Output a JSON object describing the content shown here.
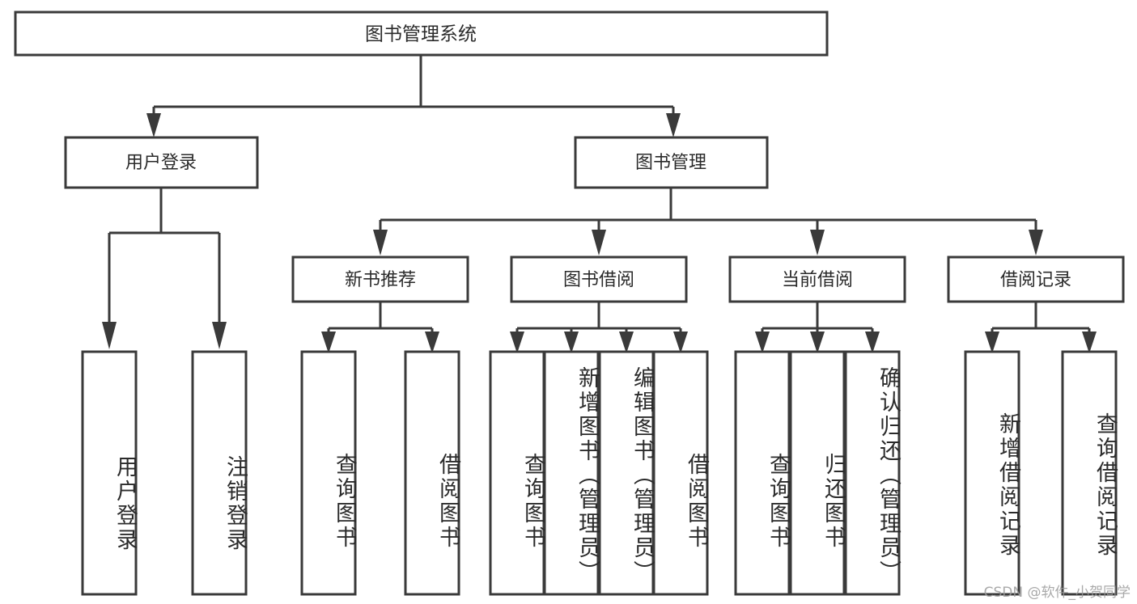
{
  "diagram": {
    "type": "hierarchy-tree",
    "title": "图书管理系统",
    "watermark": "CSDN @软件_小贺同学",
    "colors": {
      "stroke": "#3a3a3a",
      "fill": "#ffffff",
      "text": "#2b2b2b",
      "watermark": "#9b9b9b"
    },
    "root": {
      "label": "图书管理系统"
    },
    "level2": [
      {
        "label": "用户登录"
      },
      {
        "label": "图书管理"
      }
    ],
    "level3": [
      {
        "label": "新书推荐"
      },
      {
        "label": "图书借阅"
      },
      {
        "label": "当前借阅"
      },
      {
        "label": "借阅记录"
      }
    ],
    "leaves": {
      "user_login": [
        {
          "label": "用户登录"
        },
        {
          "label": "注销登录"
        }
      ],
      "new_book_recommend": [
        {
          "label": "查询图书"
        },
        {
          "label": "借阅图书"
        }
      ],
      "book_borrow": [
        {
          "label": "查询图书"
        },
        {
          "label": "新增图书（管理员）"
        },
        {
          "label": "编辑图书（管理员）"
        },
        {
          "label": "借阅图书"
        }
      ],
      "current_borrow": [
        {
          "label": "查询图书"
        },
        {
          "label": "归还图书"
        },
        {
          "label": "确认归还（管理员）"
        }
      ],
      "borrow_record": [
        {
          "label": "新增借阅记录"
        },
        {
          "label": "查询借阅记录"
        }
      ]
    }
  }
}
